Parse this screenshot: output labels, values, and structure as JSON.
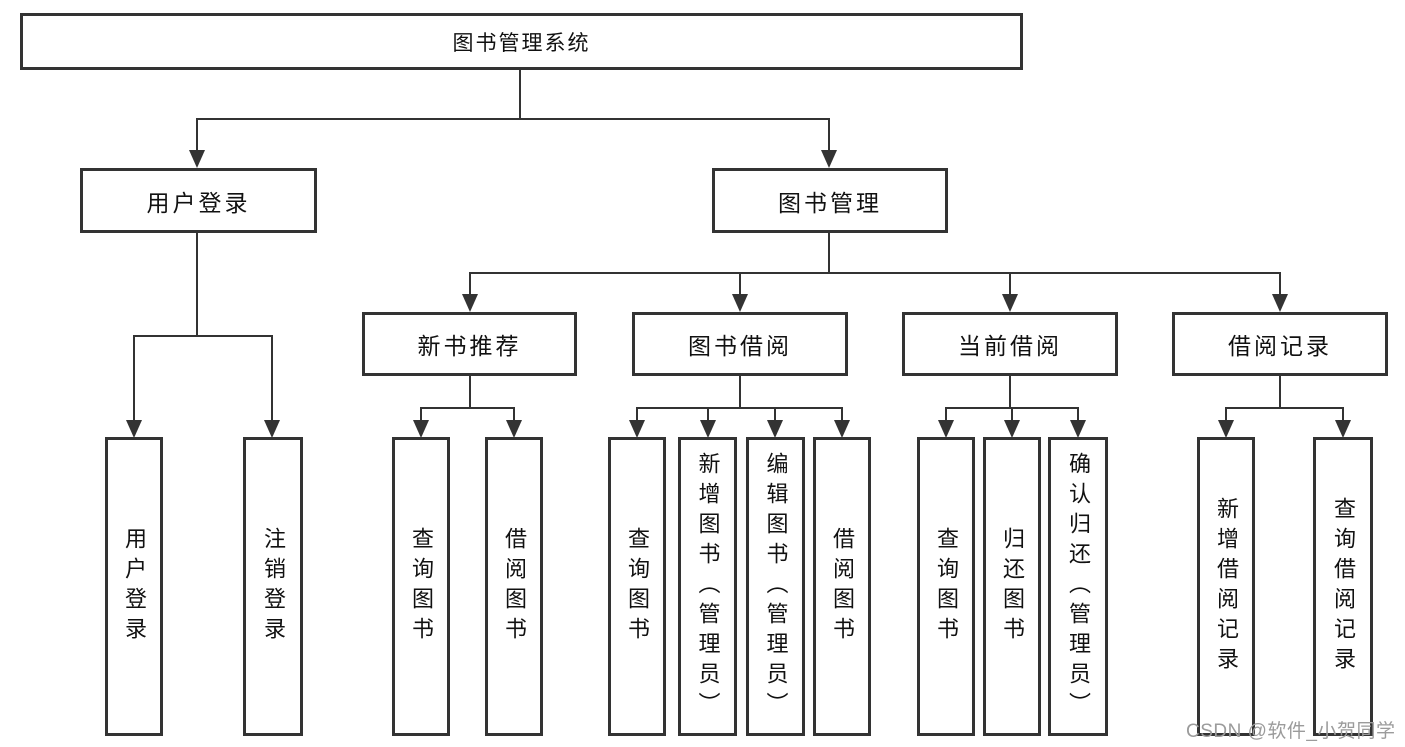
{
  "diagram": {
    "root": {
      "label": "图书管理系统"
    },
    "branches": [
      {
        "label": "用户登录",
        "children": [
          "用户登录",
          "注销登录"
        ]
      },
      {
        "label": "图书管理",
        "groups": [
          {
            "label": "新书推荐",
            "children": [
              "查询图书",
              "借阅图书"
            ]
          },
          {
            "label": "图书借阅",
            "children": [
              "查询图书",
              "新增图书（管理员）",
              "编辑图书（管理员）",
              "借阅图书"
            ]
          },
          {
            "label": "当前借阅",
            "children": [
              "查询图书",
              "归还图书",
              "确认归还（管理员）"
            ]
          },
          {
            "label": "借阅记录",
            "children": [
              "新增借阅记录",
              "查询借阅记录"
            ]
          }
        ]
      }
    ]
  },
  "watermark": {
    "text": "CSDN @软件_小贺同学"
  },
  "colors": {
    "line": "#333333",
    "text": "#111111",
    "watermark": "#9b9b9b",
    "background": "#ffffff"
  }
}
